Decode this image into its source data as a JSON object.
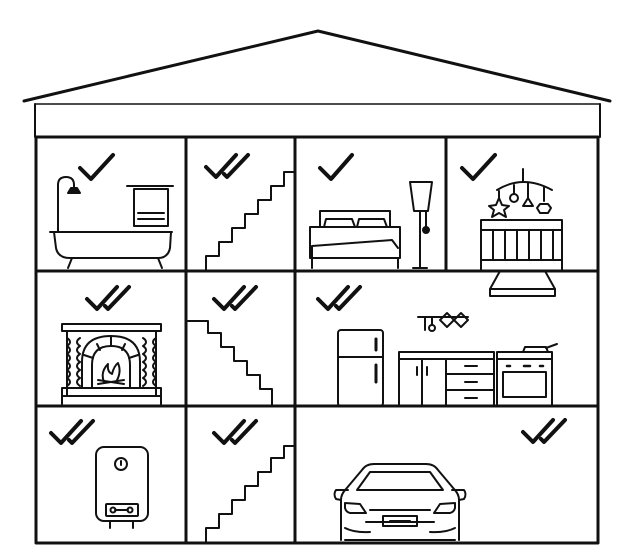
{
  "colors": {
    "stroke": "#111111",
    "background": "#ffffff"
  },
  "rooms": [
    {
      "id": "bathroom",
      "icon": "bathtub-shower-icon",
      "check": "single"
    },
    {
      "id": "staircase-top",
      "icon": "staircase-icon",
      "check": "double"
    },
    {
      "id": "bedroom",
      "icon": "bed-lamp-icon",
      "check": "single"
    },
    {
      "id": "nursery",
      "icon": "crib-mobile-icon",
      "check": "single"
    },
    {
      "id": "living-room",
      "icon": "fireplace-icon",
      "check": "double"
    },
    {
      "id": "staircase-middle",
      "icon": "staircase-icon",
      "check": "double"
    },
    {
      "id": "kitchen",
      "icon": "kitchen-icon",
      "check": "double"
    },
    {
      "id": "boiler-room",
      "icon": "water-heater-icon",
      "check": "double"
    },
    {
      "id": "staircase-bottom",
      "icon": "staircase-icon",
      "check": "double"
    },
    {
      "id": "garage",
      "icon": "car-icon",
      "check": "double"
    }
  ]
}
